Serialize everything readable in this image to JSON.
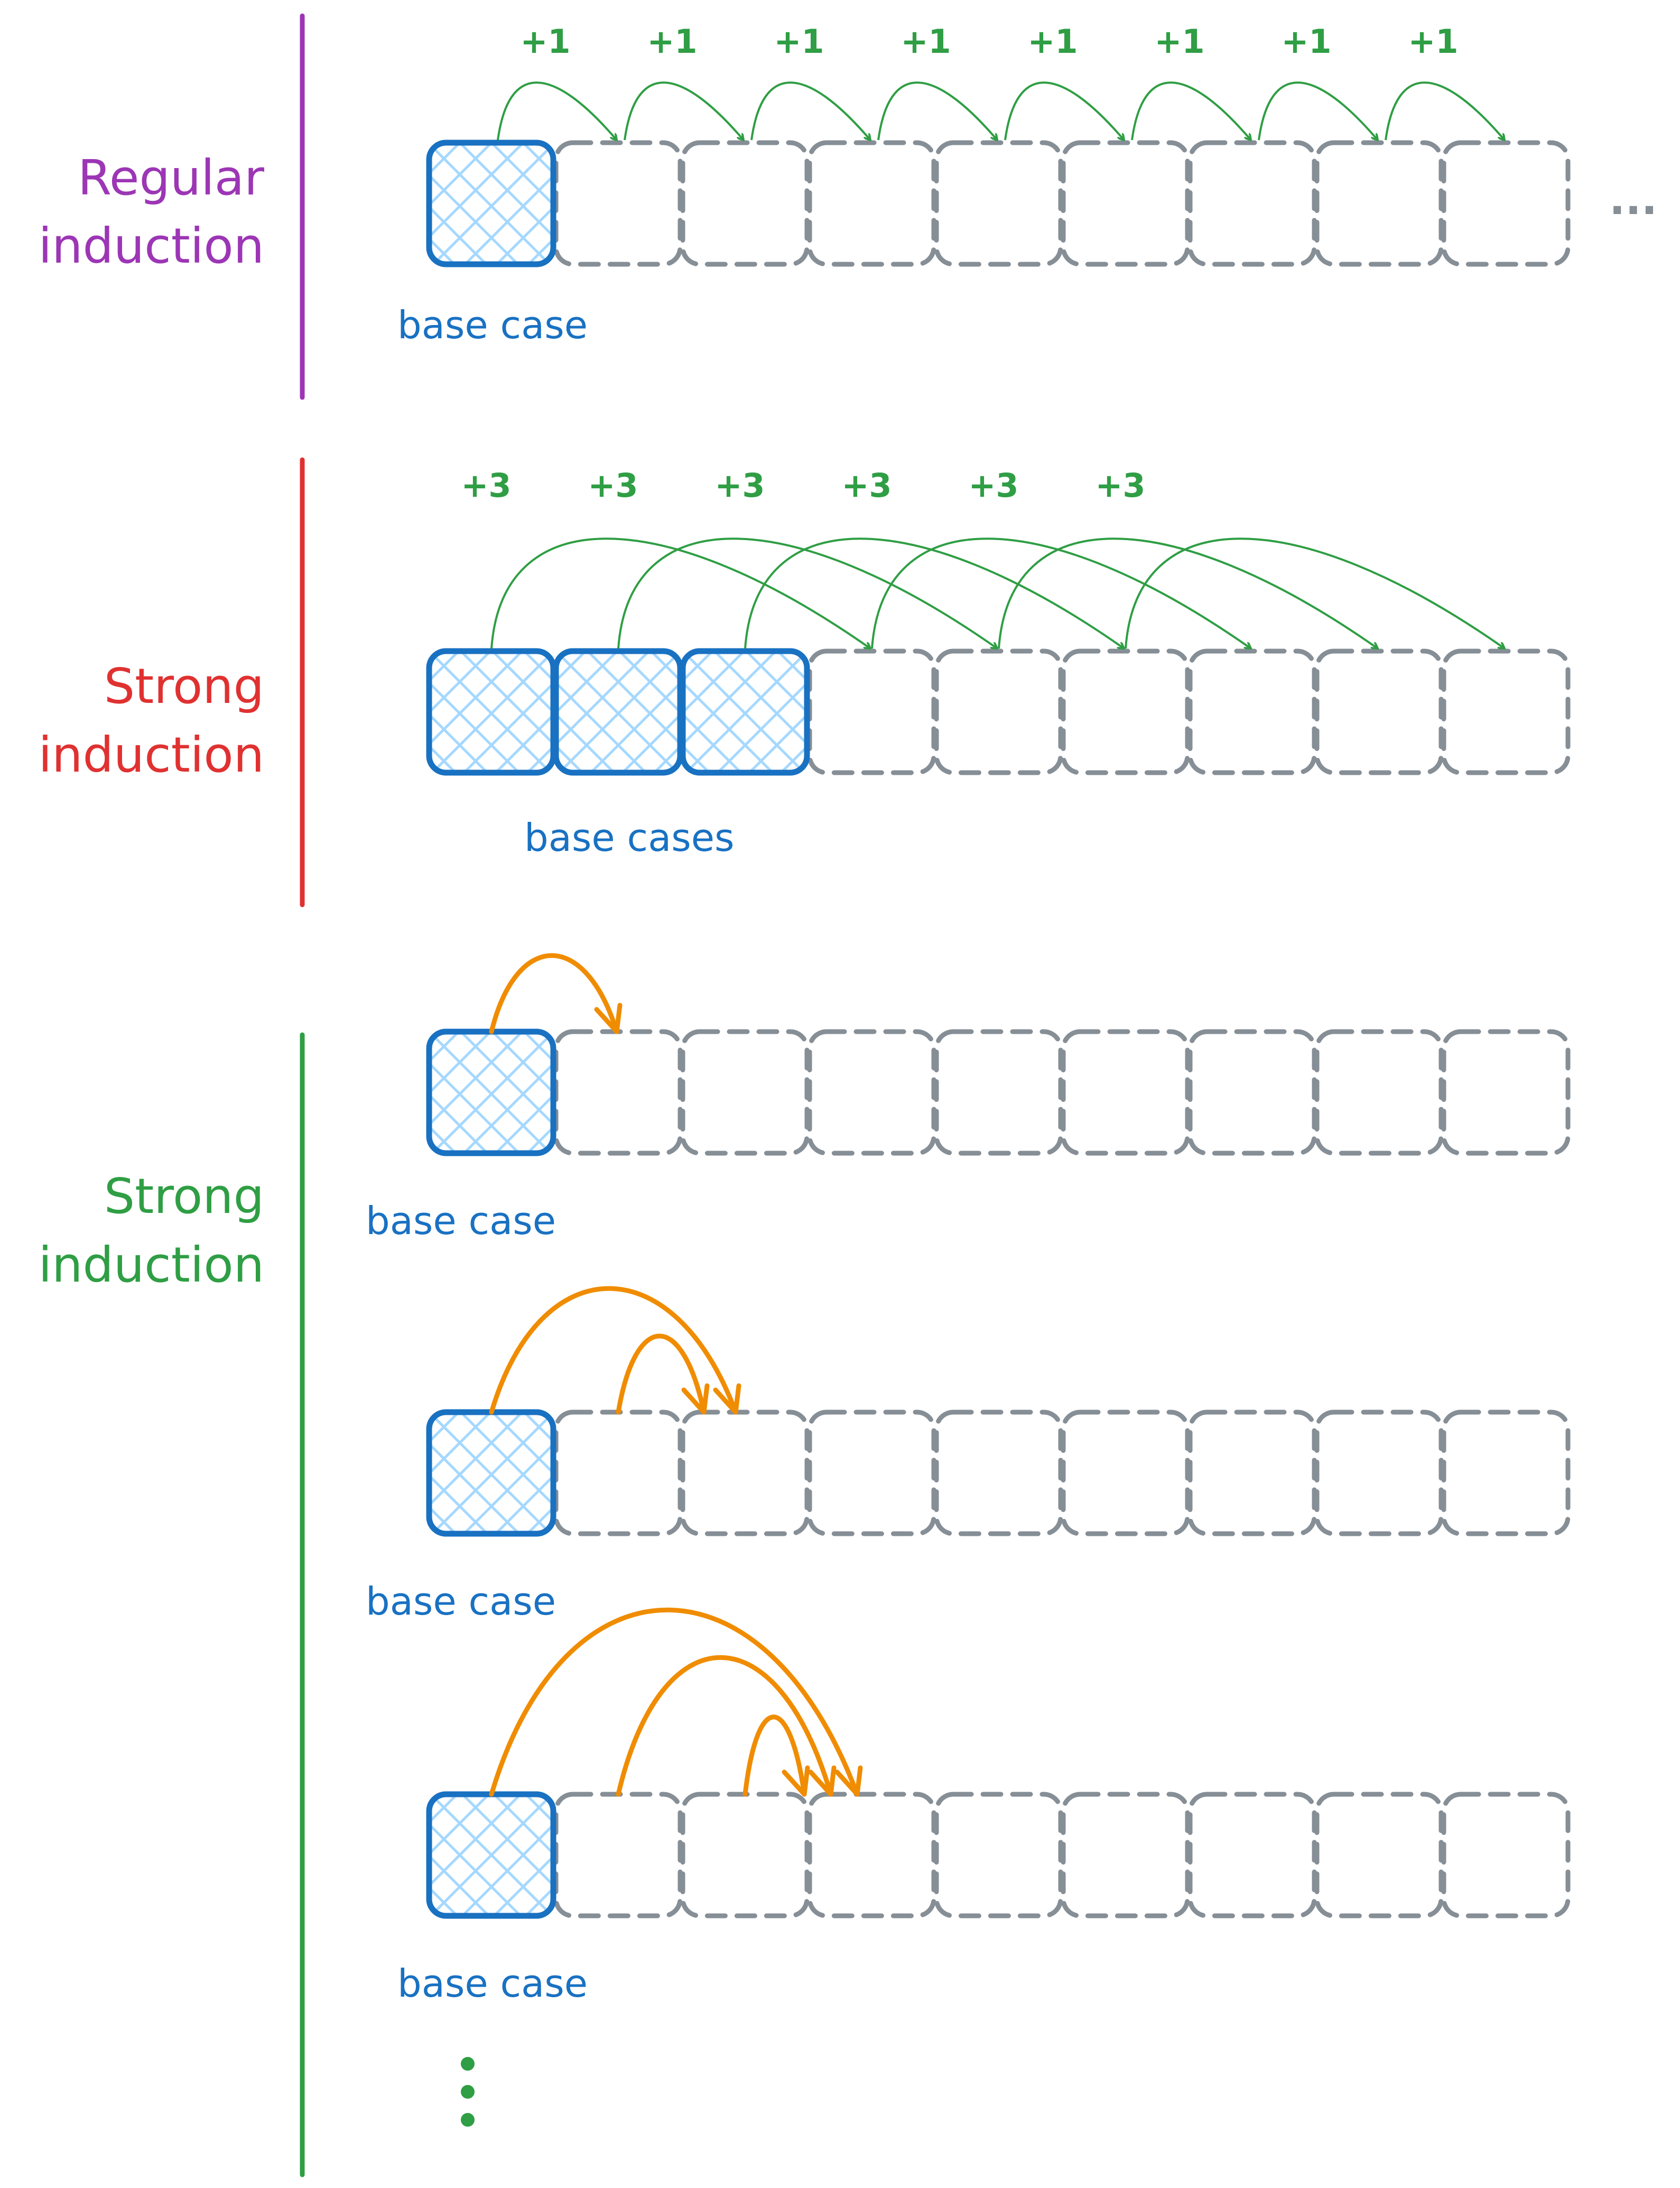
{
  "sections": [
    {
      "id": "regular",
      "title_lines": [
        "Regular",
        "induction"
      ],
      "title_color": "#9c36b5",
      "bar_color": "#9c36b5",
      "step_label": "+1",
      "base_label": "base case",
      "trailing": "..."
    },
    {
      "id": "strong",
      "title_lines": [
        "Strong",
        "induction"
      ],
      "title_color": "#e03131",
      "bar_color": "#e03131",
      "step_label": "+3",
      "base_label": "base cases"
    },
    {
      "id": "strong-alt",
      "title_lines": [
        "Strong",
        "induction"
      ],
      "title_color": "#2f9e44",
      "bar_color": "#2f9e44",
      "rows": [
        {
          "base_label": "base case"
        },
        {
          "base_label": "base case"
        },
        {
          "base_label": "base case"
        }
      ]
    }
  ],
  "colors": {
    "base_box": "#1971c2",
    "base_hatch": "#a5d8ff",
    "empty_box": "#868e96",
    "green_arrow": "#2f9e44",
    "orange_arrow": "#f08c00",
    "base_label": "#1971c2",
    "step_label": "#2f9e44"
  }
}
